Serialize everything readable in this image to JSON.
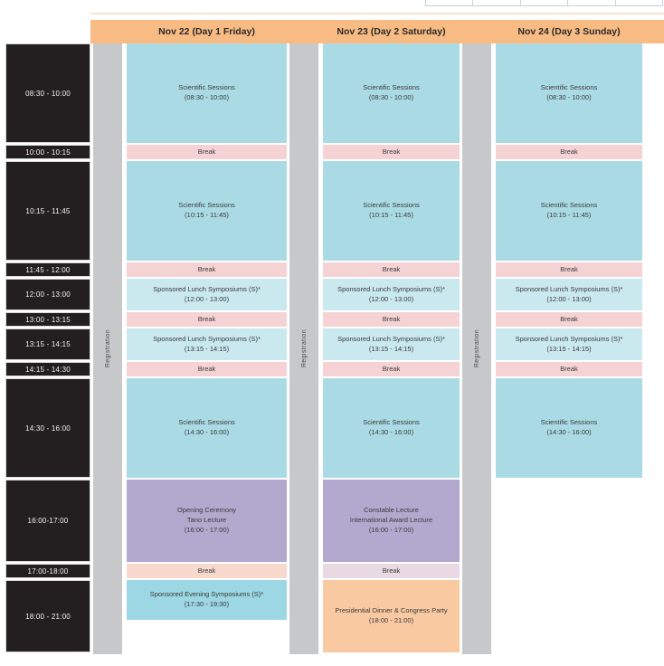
{
  "header": {
    "day1": "Nov 22 (Day 1 Friday)",
    "day2": "Nov 23 (Day 2 Saturday)",
    "day3": "Nov 24 (Day 3 Sunday)"
  },
  "registration": "Registration",
  "times": {
    "t1": "08:30 - 10:00",
    "t2": "10:00 - 10:15",
    "t3": "10:15 - 11:45",
    "t4": "11:45 - 12:00",
    "t5": "12:00 - 13:00",
    "t6": "13:00 - 13:15",
    "t7": "13:15 - 14:15",
    "t8": "14:15 - 14:30",
    "t9": "14:30 - 16:00",
    "t10": "16:00-17:00",
    "t11": "17:00-18:00",
    "t12": "18:00 - 21:00"
  },
  "day1": {
    "r1": {
      "l1": "Scientific Sessions",
      "l2": "(08:30 - 10:00)"
    },
    "r2": "Break",
    "r3": {
      "l1": "Scientific Sessions",
      "l2": "(10:15 - 11:45)"
    },
    "r4": "Break",
    "r5": {
      "l1": "Sponsored Lunch Symposiums (S)*",
      "l2": "(12:00 - 13:00)"
    },
    "r6": "Break",
    "r7": {
      "l1": "Sponsored Lunch Symposiums (S)*",
      "l2": "(13:15 - 14:15)"
    },
    "r8": "Break",
    "r9": {
      "l1": "Scientific Sessions",
      "l2": "(14:30 - 16:00)"
    },
    "r10": {
      "l1": "Opening Ceremony",
      "l2": "Tano Lecture",
      "l3": "(16:00 - 17:00)"
    },
    "r11": "Break",
    "r12": {
      "l1": "Sponsored Evening Symposiums (S)*",
      "l2": "(17:30 - 19:30)"
    }
  },
  "day2": {
    "r1": {
      "l1": "Scientific Sessions",
      "l2": "(08:30 - 10:00)"
    },
    "r2": "Break",
    "r3": {
      "l1": "Scientific Sessions",
      "l2": "(10:15 - 11:45)"
    },
    "r4": "Break",
    "r5": {
      "l1": "Sponsored Lunch Symposiums (S)*",
      "l2": "(12:00 - 13:00)"
    },
    "r6": "Break",
    "r7": {
      "l1": "Sponsored Lunch Symposiums (S)*",
      "l2": "(13:15 - 14:15)"
    },
    "r8": "Break",
    "r9": {
      "l1": "Scientific Sessions",
      "l2": "(14:30 - 16:00)"
    },
    "r10": {
      "l1": "Constable Lecture",
      "l2": "International Award Lecture",
      "l3": "(16:00 - 17:00)"
    },
    "r11": "Break",
    "r12": {
      "l1": "Presidential Dinner & Congress Party",
      "l2": "(18:00 - 21:00)"
    }
  },
  "day3": {
    "r1": {
      "l1": "Scientific Sessions",
      "l2": "(08:30 - 10:00)"
    },
    "r2": "Break",
    "r3": {
      "l1": "Scientific Sessions",
      "l2": "(10:15 - 11:45)"
    },
    "r4": "Break",
    "r5": {
      "l1": "Sponsored Lunch Symposiums (S)*",
      "l2": "(12:00 - 13:00)"
    },
    "r6": "Break",
    "r7": {
      "l1": "Sponsored Lunch Symposiums (S)*",
      "l2": "(13:15 - 14:15)"
    },
    "r8": "Break",
    "r9": {
      "l1": "Scientific Sessions",
      "l2": "(14:30 - 16:00)"
    }
  },
  "colors": {
    "header_bg": "#f7bb83",
    "time_column_bg": "#231f20",
    "registration_bg": "#c7c8ca",
    "session_bg": "#aadbe5",
    "lunch_symposium_bg": "#c9e9ef",
    "break_bg": "#f5d3d5",
    "lecture_bg": "#b3a9ce",
    "evening_symposium_bg": "#9cd7e3",
    "dinner_bg": "#f9c9a2"
  }
}
